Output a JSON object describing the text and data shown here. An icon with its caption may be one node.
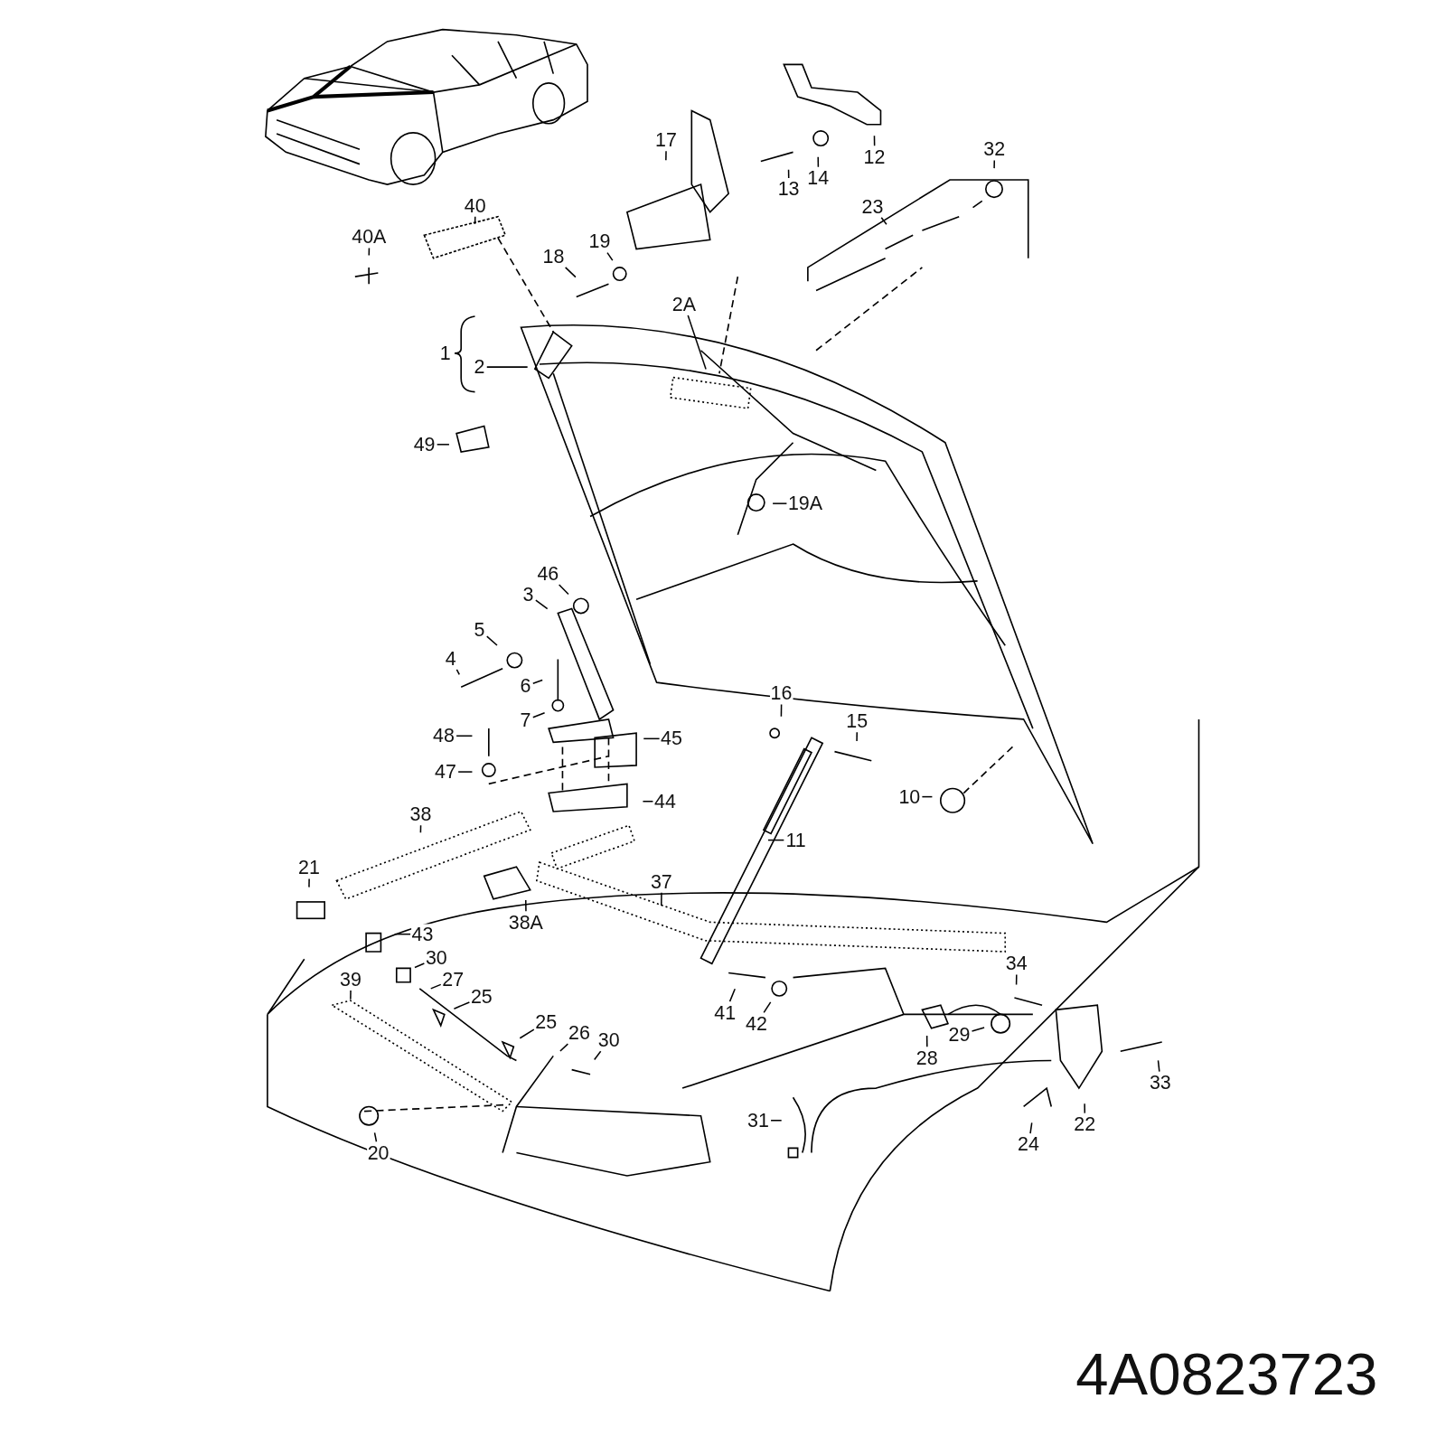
{
  "diagram": {
    "nodes": [
      {
        "text": [
          "17"
        ]
      },
      {
        "text": [
          "12"
        ]
      },
      {
        "text": [
          "13"
        ]
      },
      {
        "text": [
          "14"
        ]
      },
      {
        "text": [
          "32"
        ]
      },
      {
        "text": [
          "23"
        ]
      },
      {
        "text": [
          "40"
        ]
      },
      {
        "text": [
          "40A"
        ]
      },
      {
        "text": [
          "18"
        ]
      },
      {
        "text": [
          "19"
        ]
      },
      {
        "text": [
          "2A"
        ]
      },
      {
        "text": [
          "2"
        ]
      },
      {
        "text": [
          "49"
        ]
      },
      {
        "text": [
          "19A"
        ]
      },
      {
        "text": [
          "46"
        ]
      },
      {
        "text": [
          "3"
        ]
      },
      {
        "text": [
          "5"
        ]
      },
      {
        "text": [
          "4"
        ]
      },
      {
        "text": [
          "6"
        ]
      },
      {
        "text": [
          "7"
        ]
      },
      {
        "text": [
          "48"
        ]
      },
      {
        "text": [
          "45"
        ]
      },
      {
        "text": [
          "47"
        ]
      },
      {
        "text": [
          "16"
        ]
      },
      {
        "text": [
          "15"
        ]
      },
      {
        "text": [
          "44"
        ]
      },
      {
        "text": [
          "10"
        ]
      },
      {
        "text": [
          "11"
        ]
      },
      {
        "text": [
          "38"
        ]
      },
      {
        "text": [
          "21"
        ]
      },
      {
        "text": [
          "37"
        ]
      },
      {
        "text": [
          "38A"
        ]
      },
      {
        "text": [
          "43"
        ]
      },
      {
        "text": [
          "30"
        ]
      },
      {
        "text": [
          "27"
        ]
      },
      {
        "text": [
          "25"
        ]
      },
      {
        "text": [
          "39"
        ]
      },
      {
        "text": [
          "25"
        ]
      },
      {
        "text": [
          "26"
        ]
      },
      {
        "text": [
          "30"
        ]
      },
      {
        "text": [
          "41"
        ]
      },
      {
        "text": [
          "42"
        ]
      },
      {
        "text": [
          "34"
        ]
      },
      {
        "text": [
          "29"
        ]
      },
      {
        "text": [
          "28"
        ]
      },
      {
        "text": [
          "33"
        ]
      },
      {
        "text": [
          "22"
        ]
      },
      {
        "text": [
          "24"
        ]
      },
      {
        "text": [
          "31"
        ]
      },
      {
        "text": [
          "20"
        ]
      }
    ],
    "edges": [
      {
        "from": 0,
        "to": null,
        "arrow": "none"
      },
      {
        "from": 1,
        "to": null,
        "arrow": "none"
      },
      {
        "from": 2,
        "to": null,
        "arrow": "none"
      },
      {
        "from": 3,
        "to": null,
        "arrow": "none"
      },
      {
        "from": 4,
        "to": null,
        "arrow": "none"
      },
      {
        "from": 5,
        "to": null,
        "arrow": "none"
      },
      {
        "from": 6,
        "to": null,
        "arrow": "none"
      },
      {
        "from": 7,
        "to": null,
        "arrow": "none"
      },
      {
        "from": 8,
        "to": null,
        "arrow": "none"
      },
      {
        "from": 9,
        "to": null,
        "arrow": "none"
      },
      {
        "from": 10,
        "to": null,
        "arrow": "none"
      },
      {
        "from": 11,
        "to": null,
        "arrow": "none"
      },
      {
        "from": 12,
        "to": null,
        "arrow": "none"
      },
      {
        "from": 13,
        "to": null,
        "arrow": "none"
      },
      {
        "from": 14,
        "to": null,
        "arrow": "none"
      },
      {
        "from": 15,
        "to": null,
        "arrow": "none"
      },
      {
        "from": 16,
        "to": null,
        "arrow": "none"
      },
      {
        "from": 17,
        "to": null,
        "arrow": "none"
      },
      {
        "from": 18,
        "to": null,
        "arrow": "none"
      },
      {
        "from": 19,
        "to": null,
        "arrow": "none"
      },
      {
        "from": 20,
        "to": null,
        "arrow": "none"
      },
      {
        "from": 21,
        "to": null,
        "arrow": "none"
      },
      {
        "from": 22,
        "to": null,
        "arrow": "none"
      },
      {
        "from": 23,
        "to": null,
        "arrow": "none"
      },
      {
        "from": 24,
        "to": null,
        "arrow": "none"
      },
      {
        "from": 25,
        "to": null,
        "arrow": "none"
      },
      {
        "from": 26,
        "to": null,
        "arrow": "none"
      },
      {
        "from": 27,
        "to": null,
        "arrow": "none"
      },
      {
        "from": 28,
        "to": null,
        "arrow": "none"
      },
      {
        "from": 29,
        "to": null,
        "arrow": "none"
      },
      {
        "from": 30,
        "to": null,
        "arrow": "none"
      },
      {
        "from": 31,
        "to": null,
        "arrow": "none"
      },
      {
        "from": 32,
        "to": null,
        "arrow": "none"
      },
      {
        "from": 33,
        "to": null,
        "arrow": "none"
      },
      {
        "from": 34,
        "to": null,
        "arrow": "none"
      },
      {
        "from": 35,
        "to": null,
        "arrow": "none"
      },
      {
        "from": 36,
        "to": null,
        "arrow": "none"
      },
      {
        "from": 37,
        "to": null,
        "arrow": "none"
      },
      {
        "from": 38,
        "to": null,
        "arrow": "none"
      },
      {
        "from": 39,
        "to": null,
        "arrow": "none"
      },
      {
        "from": 40,
        "to": null,
        "arrow": "none"
      },
      {
        "from": 41,
        "to": null,
        "arrow": "none"
      },
      {
        "from": 42,
        "to": null,
        "arrow": "none"
      },
      {
        "from": 43,
        "to": null,
        "arrow": "none"
      },
      {
        "from": 44,
        "to": null,
        "arrow": "none"
      },
      {
        "from": 45,
        "to": null,
        "arrow": "none"
      },
      {
        "from": 46,
        "to": null,
        "arrow": "none"
      },
      {
        "from": 47,
        "to": null,
        "arrow": "none"
      },
      {
        "from": 48,
        "to": null,
        "arrow": "none"
      },
      {
        "from": 49,
        "to": null,
        "arrow": "none"
      }
    ],
    "labels": [
      "1",
      "4A0823723"
    ]
  }
}
